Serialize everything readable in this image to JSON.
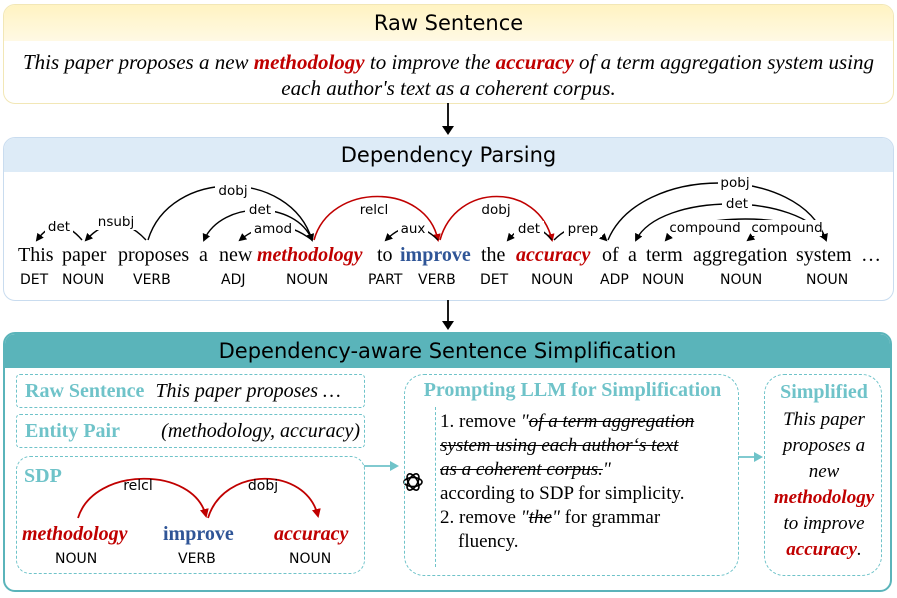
{
  "raw": {
    "header": "Raw Sentence",
    "line1_pre": "This paper proposes a new ",
    "line1_e1": "methodology",
    "line1_mid": " to improve the ",
    "line1_e2": "accuracy",
    "line1_post": " of a term aggregation system using",
    "line2": "each author's text as a coherent corpus."
  },
  "dep": {
    "header": "Dependency Parsing",
    "words": [
      "This",
      "paper",
      "proposes",
      "a",
      "new",
      "methodology",
      "to",
      "improve",
      "the",
      "accuracy",
      "of",
      "a",
      "term",
      "aggregation",
      "system",
      "…"
    ],
    "pos": [
      "DET",
      "NOUN",
      "VERB",
      "ADJ",
      "NOUN",
      "PART",
      "VERB",
      "DET",
      "NOUN",
      "ADP",
      "NOUN",
      "NOUN",
      "NOUN"
    ],
    "arcs": [
      "det",
      "nsubj",
      "dobj",
      "det",
      "amod",
      "relcl",
      "aux",
      "dobj",
      "det",
      "prep",
      "pobj",
      "det",
      "compound",
      "compound"
    ]
  },
  "simp": {
    "header": "Dependency-aware Sentence Simplification",
    "raw_label": "Raw Sentence",
    "raw_text": "This paper proposes …",
    "pair_label": "Entity Pair",
    "pair_text": "(methodology, accuracy)",
    "sdp_label": "SDP",
    "sdp_words": [
      "methodology",
      "improve",
      "accuracy"
    ],
    "sdp_pos": [
      "NOUN",
      "VERB",
      "NOUN"
    ],
    "sdp_arcs": [
      "relcl",
      "dobj"
    ],
    "prompt_title": "Prompting LLM for Simplification",
    "step1_num": "1.",
    "step1_a": "remove ",
    "step1_q1": "\"",
    "step1_strike1": "of a term aggregation",
    "step1_strike2": "system using each author‘s text",
    "step1_strike3": "as a coherent corpus.",
    "step1_q2": "\"",
    "step1_b": "according to SDP for simplicity.",
    "step2_num": "2.",
    "step2_a": "remove ",
    "step2_q1": "\"",
    "step2_strike": "the",
    "step2_q2": "\"",
    "step2_b": " for grammar",
    "step2_c": "fluency.",
    "result_title": "Simplified",
    "result_l1": "This paper",
    "result_l2": "proposes a",
    "result_l3": "new",
    "result_l4": "methodology",
    "result_l5": "to improve",
    "result_l6": "accuracy",
    "result_l6_end": "."
  },
  "colors": {
    "red": "#C00000",
    "blue": "#2F5597",
    "teal": "#6FC3C9",
    "tealDark": "#5AB4BA",
    "yellow": "#FFF7D1",
    "lightblue": "#DDEBF7"
  }
}
